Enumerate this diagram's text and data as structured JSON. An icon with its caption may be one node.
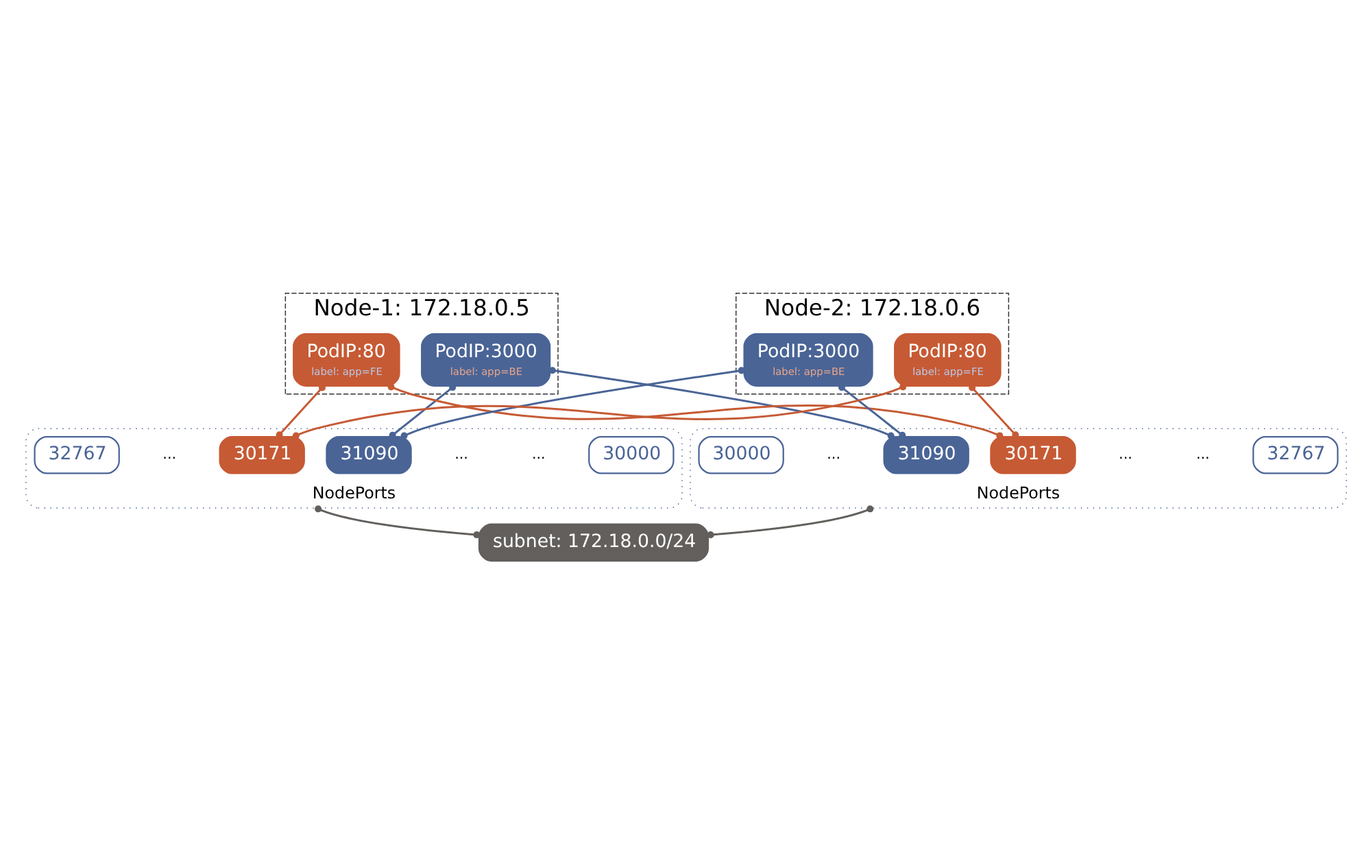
{
  "diagram": {
    "nodes": [
      {
        "text": [
          "Node-1: 172.18.0.5"
        ]
      },
      {
        "text": [
          "PodIP:3000",
          "label: app=BE"
        ],
        "in": 0
      },
      {
        "text": [
          "PodIP:80",
          "label: app=FE"
        ],
        "in": 0
      },
      {
        "text": [
          "NodePorts"
        ]
      },
      {
        "text": [
          "32767"
        ],
        "in": 3
      },
      {
        "text": [
          "31090"
        ],
        "in": 3
      },
      {
        "text": [
          "30171"
        ],
        "in": 3
      },
      {
        "text": [
          "30000"
        ],
        "in": 3
      },
      {
        "text": [
          "Node-2: 172.18.0.6"
        ]
      },
      {
        "text": [
          "PodIP:3000",
          "label: app=BE"
        ],
        "in": 8
      },
      {
        "text": [
          "PodIP:80",
          "label: app=FE"
        ],
        "in": 8
      },
      {
        "text": [
          "NodePorts"
        ]
      },
      {
        "text": [
          "30000"
        ],
        "in": 11
      },
      {
        "text": [
          "30171"
        ],
        "in": 11
      },
      {
        "text": [
          "31090"
        ],
        "in": 11
      },
      {
        "text": [
          "32767"
        ],
        "in": 11
      },
      {
        "text": [
          "subnet: 172.18.0.0/24"
        ]
      }
    ],
    "edges": [
      {
        "from": 1,
        "to": 5,
        "arrow": "other",
        "color": "#4a6496"
      },
      {
        "from": 1,
        "to": 14,
        "arrow": "other",
        "color": "#4a6496"
      },
      {
        "from": 9,
        "to": 14,
        "arrow": "other",
        "color": "#4a6496"
      },
      {
        "from": 9,
        "to": 5,
        "arrow": "other",
        "color": "#4a6496"
      },
      {
        "from": 2,
        "to": 6,
        "arrow": "other",
        "color": "#c65a34"
      },
      {
        "from": 2,
        "to": 13,
        "arrow": "other",
        "color": "#c65a34"
      },
      {
        "from": 10,
        "to": 13,
        "arrow": "other",
        "color": "#c65a34"
      },
      {
        "from": 10,
        "to": 6,
        "arrow": "other",
        "color": "#c65a34"
      },
      {
        "from": 3,
        "to": 16,
        "arrow": "other"
      },
      {
        "from": 11,
        "to": 16,
        "arrow": "other"
      }
    ],
    "labels": [
      "...",
      "...",
      "...",
      "...",
      "...",
      "..."
    ]
  }
}
